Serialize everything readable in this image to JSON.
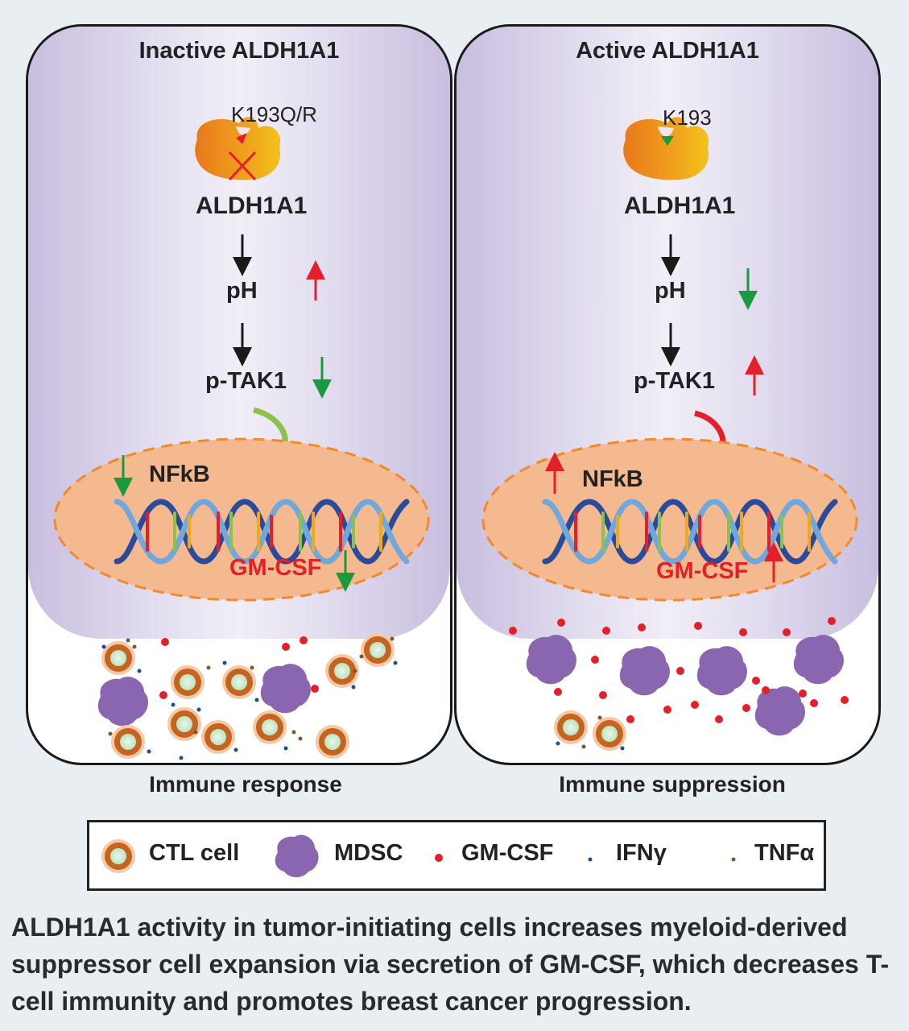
{
  "left": {
    "title": "Inactive ALDH1A1",
    "site": "K193Q/R",
    "enzyme": "ALDH1A1",
    "ph": "pH",
    "ptak": "p-TAK1",
    "nfkb": "NFkB",
    "gmcsf": "GM-CSF",
    "outcome": "Immune response"
  },
  "right": {
    "title": "Active ALDH1A1",
    "site": "K193",
    "enzyme": "ALDH1A1",
    "ph": "pH",
    "ptak": "p-TAK1",
    "nfkb": "NFkB",
    "gmcsf": "GM-CSF",
    "outcome": "Immune suppression"
  },
  "legend": {
    "ctl": "CTL cell",
    "mdsc": "MDSC",
    "gmcsf": "GM-CSF",
    "ifn": "IFNγ",
    "tnf": "TNFα"
  },
  "caption": "ALDH1A1 activity in tumor-initiating cells increases myeloid-derived suppressor cell expansion via secretion of GM-CSF, which decreases T-cell immunity and promotes breast cancer progression.",
  "colors": {
    "up": "#e3202a",
    "down": "#1a9a3c",
    "nucleus": "#f5b98f",
    "cell": "#d7cfe8",
    "mdsc": "#8a66b0"
  }
}
